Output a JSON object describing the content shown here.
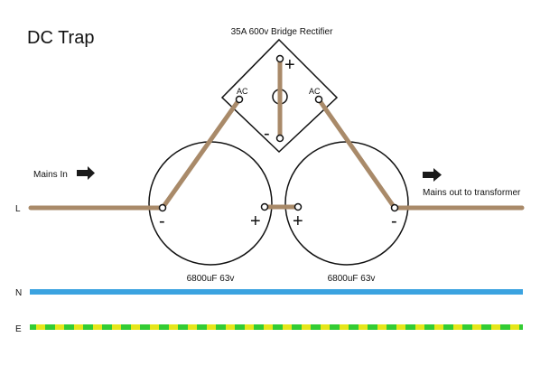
{
  "title": "DC Trap",
  "rectifier": {
    "label": "35A 600v Bridge Rectifier",
    "ac_left": "AC",
    "ac_right": "AC",
    "plus": "+",
    "minus": "-"
  },
  "capacitors": [
    {
      "label": "6800uF 63v",
      "neg": "-",
      "pos": "+"
    },
    {
      "label": "6800uF 63v",
      "neg": "-",
      "pos": "+"
    }
  ],
  "mains_in": "Mains In",
  "mains_out": "Mains out to transformer",
  "lines": {
    "live": "L",
    "neutral": "N",
    "earth": "E"
  },
  "colors": {
    "wire_brown": "#a98a69",
    "neutral_blue": "#3ba3e0",
    "earth_green": "#33cc33",
    "earth_yellow": "#e6e61a",
    "outline": "#111111"
  }
}
